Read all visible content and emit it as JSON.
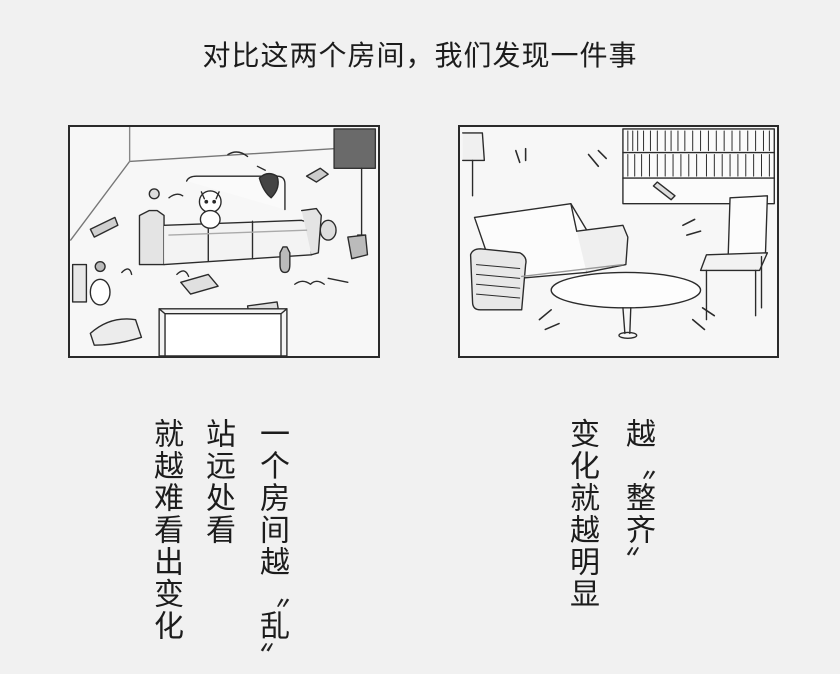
{
  "title": "对比这两个房间，我们发现一件事",
  "left_caption": {
    "col1_a": "一个房间越",
    "col1_quote_open": "〝",
    "col1_b": "乱",
    "col1_quote_close": "〞",
    "col2": "站远处看",
    "col3": "就越难看出变化"
  },
  "right_caption": {
    "col1_a": "越",
    "col1_quote_open": "〝",
    "col1_b": "整齐",
    "col1_quote_close": "〞",
    "col2": "变化就越明显"
  },
  "panels": {
    "left": "messy-room-sketch",
    "right": "tidy-room-sketch"
  }
}
